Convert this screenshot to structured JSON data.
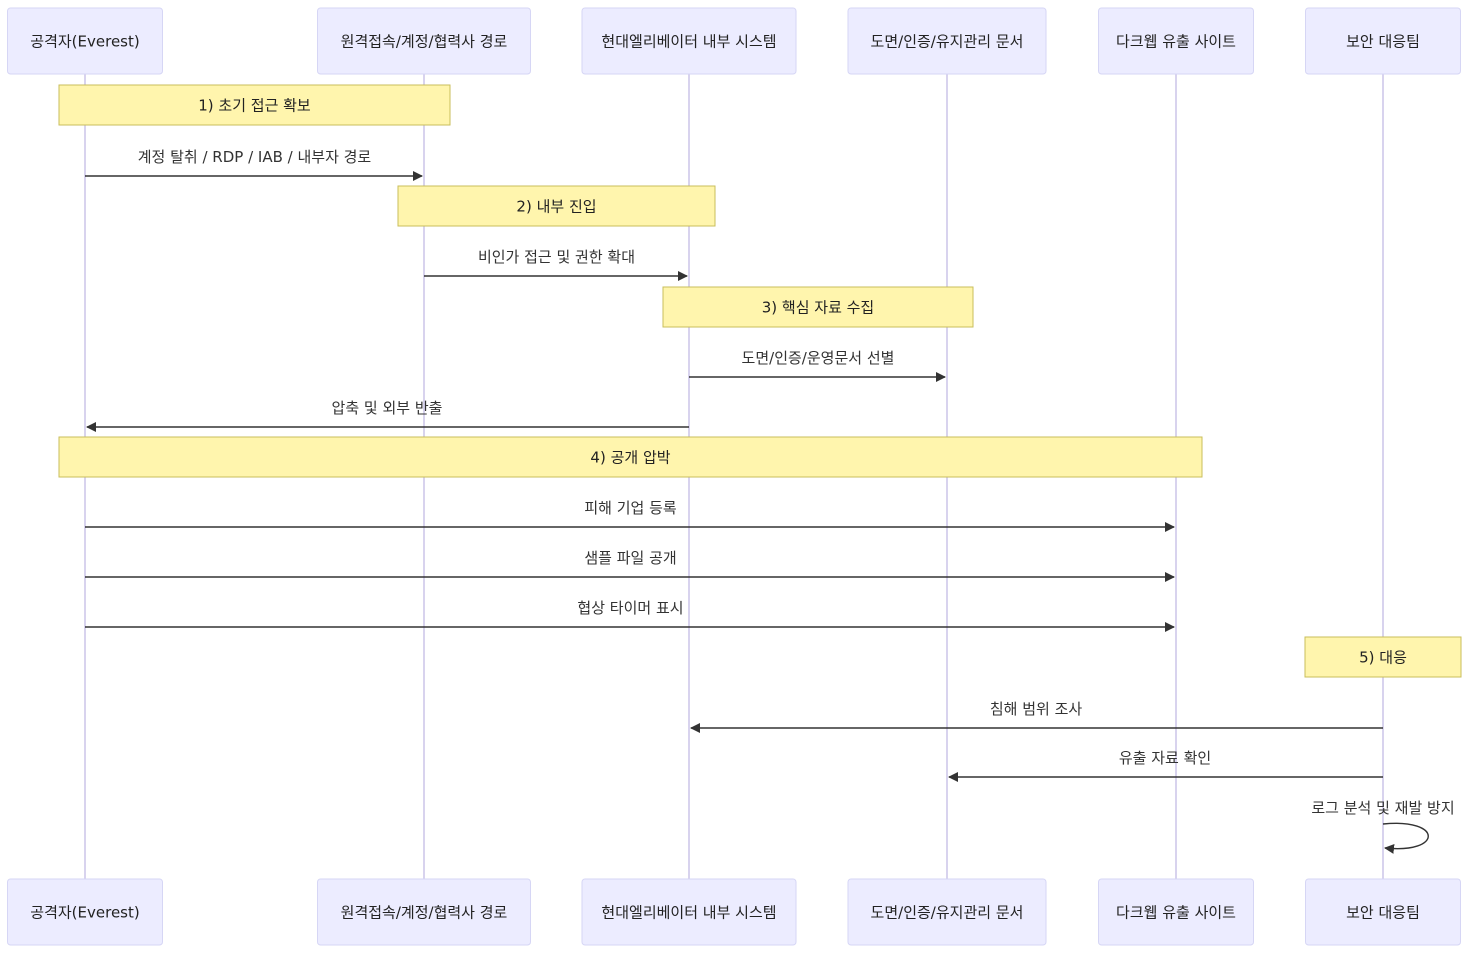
{
  "participants": [
    {
      "id": "p0",
      "label": "공격자(Everest)"
    },
    {
      "id": "p1",
      "label": "원격접속/계정/협력사 경로"
    },
    {
      "id": "p2",
      "label": "현대엘리베이터 내부 시스템"
    },
    {
      "id": "p3",
      "label": "도면/인증/유지관리 문서"
    },
    {
      "id": "p4",
      "label": "다크웹 유출 사이트"
    },
    {
      "id": "p5",
      "label": "보안 대응팀"
    }
  ],
  "sequence": [
    {
      "kind": "note",
      "from": 0,
      "to": 1,
      "text": "1) 초기 접근 확보"
    },
    {
      "kind": "message",
      "from": 0,
      "to": 1,
      "text": "계정 탈취 / RDP / IAB / 내부자 경로"
    },
    {
      "kind": "note",
      "from": 1,
      "to": 2,
      "text": "2) 내부 진입"
    },
    {
      "kind": "message",
      "from": 1,
      "to": 2,
      "text": "비인가 접근 및 권한 확대"
    },
    {
      "kind": "note",
      "from": 2,
      "to": 3,
      "text": "3) 핵심 자료 수집"
    },
    {
      "kind": "message",
      "from": 2,
      "to": 3,
      "text": "도면/인증/운영문서 선별"
    },
    {
      "kind": "message",
      "from": 2,
      "to": 0,
      "text": "압축 및 외부 반출"
    },
    {
      "kind": "note",
      "from": 0,
      "to": 4,
      "text": "4) 공개 압박"
    },
    {
      "kind": "message",
      "from": 0,
      "to": 4,
      "text": "피해 기업 등록"
    },
    {
      "kind": "message",
      "from": 0,
      "to": 4,
      "text": "샘플 파일 공개"
    },
    {
      "kind": "message",
      "from": 0,
      "to": 4,
      "text": "협상 타이머 표시"
    },
    {
      "kind": "note",
      "from": 5,
      "to": 5,
      "text": "5) 대응"
    },
    {
      "kind": "message",
      "from": 5,
      "to": 2,
      "text": "침해 범위 조사"
    },
    {
      "kind": "message",
      "from": 5,
      "to": 3,
      "text": "유출 자료 확인"
    },
    {
      "kind": "self",
      "from": 5,
      "to": 5,
      "text": "로그 분석 및 재발 방지"
    }
  ]
}
